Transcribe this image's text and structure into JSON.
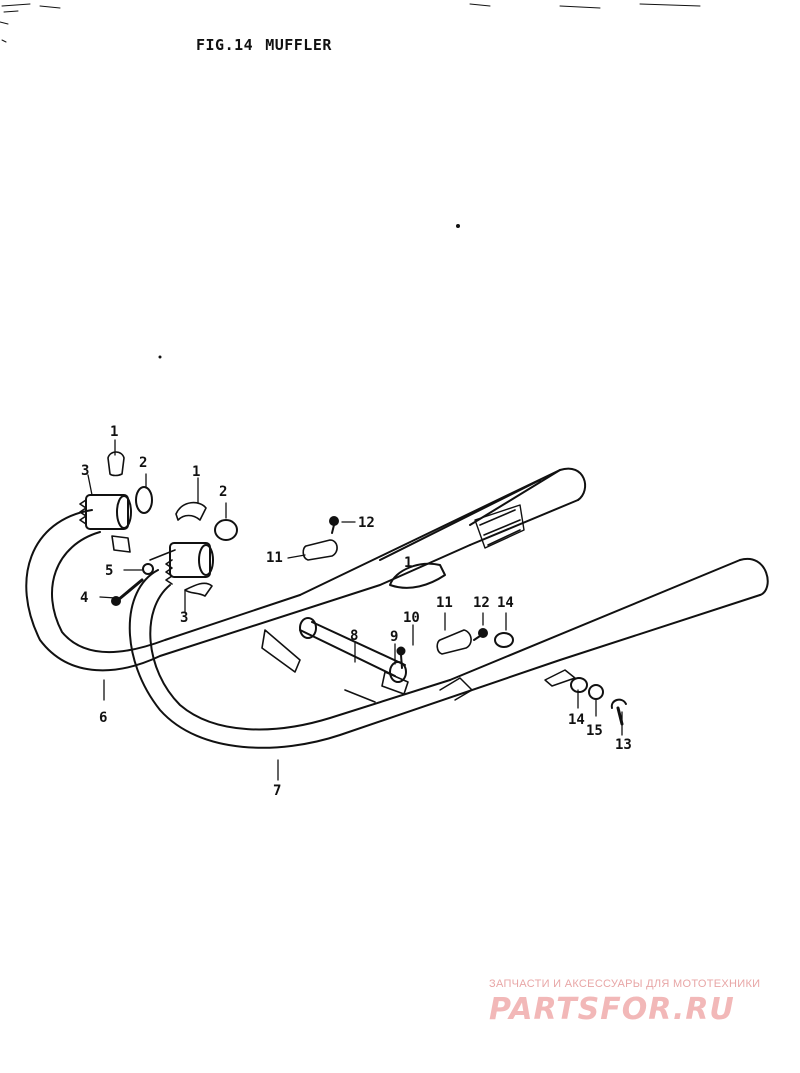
{
  "figure": {
    "number": "FIG.14",
    "title": "MUFFLER"
  },
  "callouts": [
    "1",
    "2",
    "3",
    "4",
    "5",
    "6",
    "7",
    "8",
    "9",
    "10",
    "11",
    "12",
    "13",
    "14",
    "15"
  ],
  "watermark": {
    "subtitle": "ЗАПЧАСТИ И АКСЕССУАРЫ ДЛЯ МОТОТЕХНИКИ",
    "logo": "PARTSFOR.RU"
  },
  "colors": {
    "ink": "#111111",
    "watermark": "#f2b8b8"
  }
}
